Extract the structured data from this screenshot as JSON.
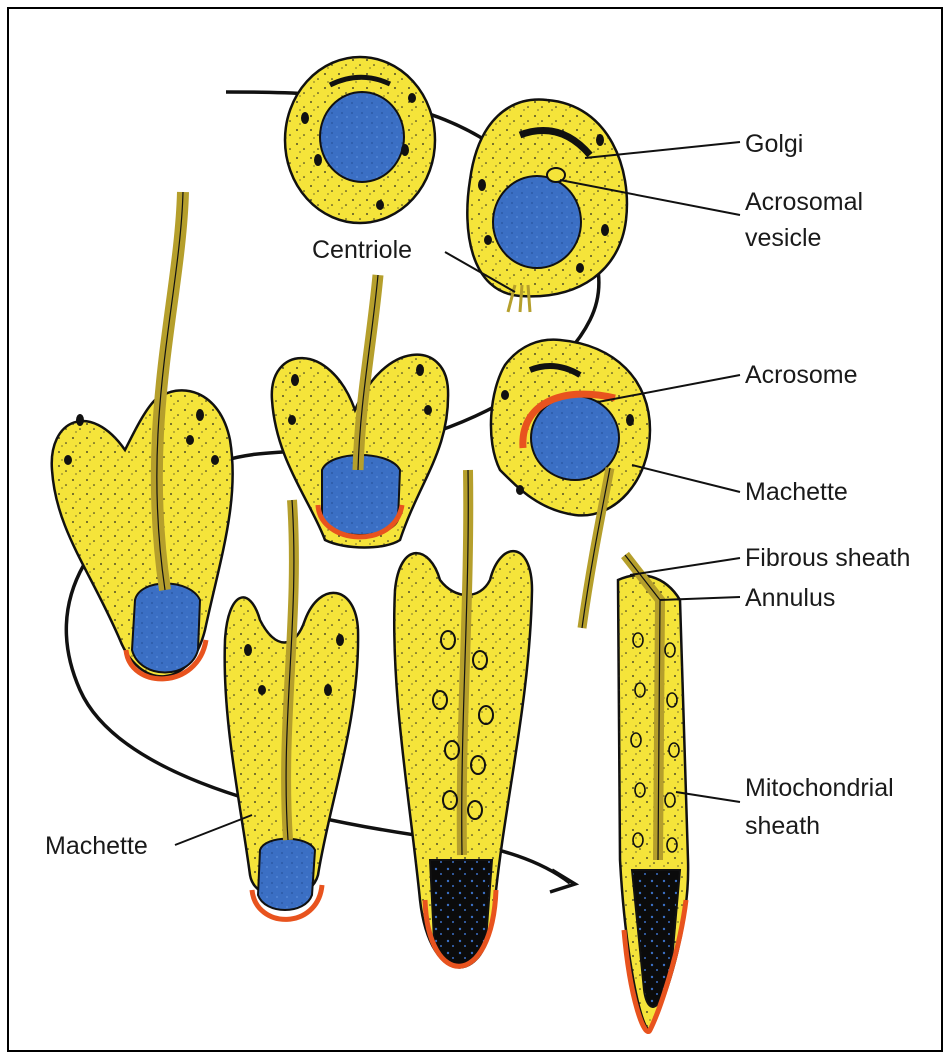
{
  "colors": {
    "cytoplasm": "#f5e43a",
    "nucleus": "#3b6fc4",
    "acrosome": "#e8531e",
    "outline": "#111111",
    "flagellum": "#b59f2c",
    "background": "#ffffff"
  },
  "labels": {
    "golgi": "Golgi",
    "acrosomal_vesicle_1": "Acrosomal",
    "acrosomal_vesicle_2": "vesicle",
    "centriole": "Centriole",
    "acrosome": "Acrosome",
    "machette_right": "Machette",
    "fibrous_sheath": "Fibrous sheath",
    "annulus": "Annulus",
    "mitochondrial_sheath_1": "Mitochondrial",
    "mitochondrial_sheath_2": "sheath",
    "machette_left": "Machette"
  }
}
